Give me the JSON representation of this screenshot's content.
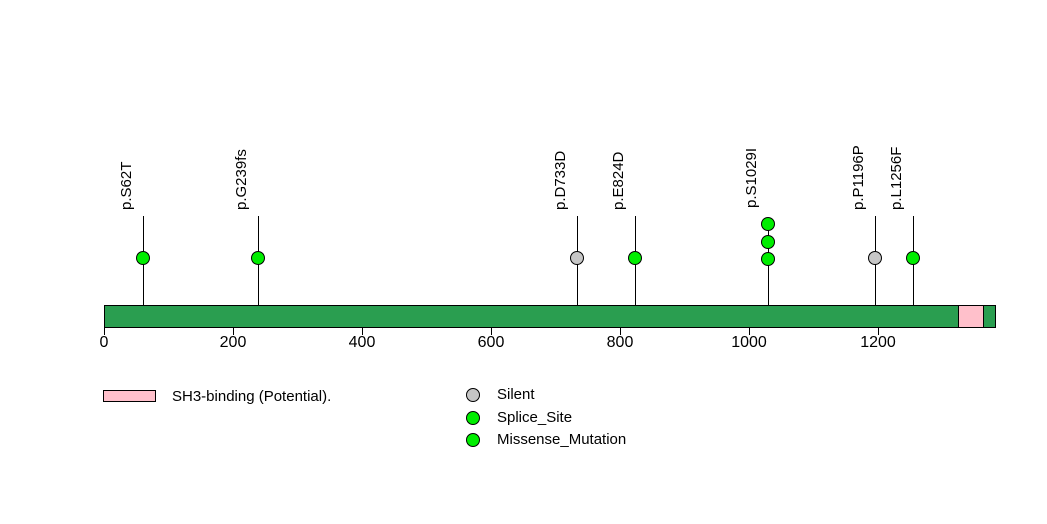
{
  "canvas": {
    "background": "#ffffff"
  },
  "colors": {
    "protein_bar": "#2a9e50",
    "domain_pink": "#ffc0cb",
    "mutation_green": "#00ee00",
    "mutation_gray": "#c6c6c6",
    "stroke": "#000000"
  },
  "chart_data": {
    "type": "lollipop",
    "title": "",
    "xlabel": "",
    "ylabel": "",
    "xlim": [
      0,
      1383
    ],
    "grid": false,
    "x_ticks": [
      "0",
      "200",
      "400",
      "600",
      "800",
      "1000",
      "1200"
    ],
    "x_tick_values": [
      0,
      200,
      400,
      600,
      800,
      1000,
      1200
    ],
    "protein_bar_color": "#2a9e50",
    "domains": [
      {
        "name": "SH3-binding (Potential).",
        "start": 1325,
        "end": 1363,
        "color": "#ffc0cb"
      }
    ],
    "mutations": [
      {
        "label": "p.S62T",
        "aa": 62,
        "circles": 1,
        "color": "#00ee00"
      },
      {
        "label": "p.G239fs",
        "aa": 239,
        "circles": 1,
        "color": "#00ee00"
      },
      {
        "label": "p.D733D",
        "aa": 733,
        "circles": 1,
        "color": "#c6c6c6"
      },
      {
        "label": "p.E824D",
        "aa": 824,
        "circles": 1,
        "color": "#00ee00"
      },
      {
        "label": "p.S1029I",
        "aa": 1029,
        "circles": 3,
        "color": "#00ee00"
      },
      {
        "label": "p.P1196P",
        "aa": 1196,
        "circles": 1,
        "color": "#c6c6c6"
      },
      {
        "label": "p.L1256F",
        "aa": 1256,
        "circles": 1,
        "color": "#00ee00"
      }
    ],
    "legend": {
      "domain": {
        "label": "SH3-binding (Potential).",
        "color": "#ffc0cb"
      },
      "mutation_types": [
        {
          "label": "Silent",
          "color": "#c6c6c6"
        },
        {
          "label": "Splice_Site",
          "color": "#00ee00"
        },
        {
          "label": "Missense_Mutation",
          "color": "#00ee00"
        }
      ],
      "legend_position": "bottom"
    }
  }
}
